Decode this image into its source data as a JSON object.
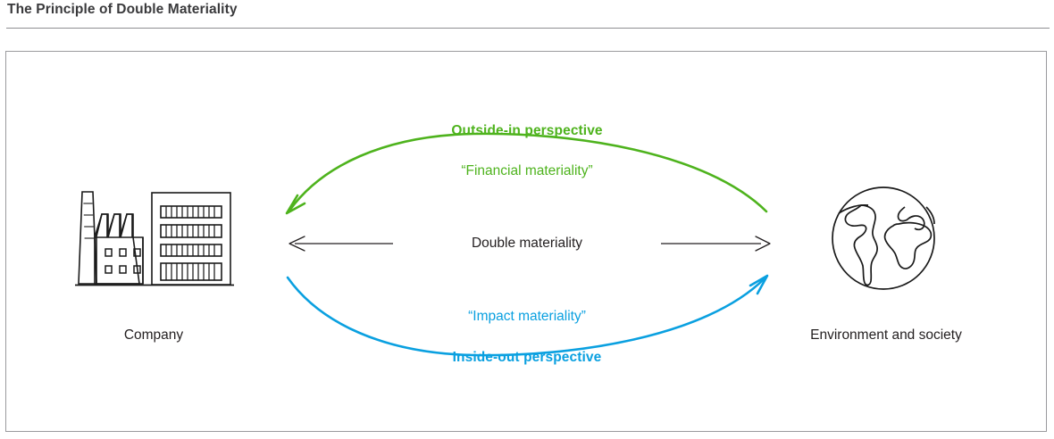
{
  "page": {
    "title": "The Principle of Double Materiality"
  },
  "diagram": {
    "type": "double-materiality-concept",
    "left_node": {
      "icon": "factory-building-icon",
      "label": "Company"
    },
    "right_node": {
      "icon": "globe-earth-icon",
      "label": "Environment and society"
    },
    "center_axis": {
      "label": "Double materiality",
      "arrow": "double-headed-horizontal-arrow",
      "color": "#231f20"
    },
    "top_flow": {
      "title": "Outside-in perspective",
      "subtitle": "“Financial materiality”",
      "direction": "right-to-left",
      "color": "#4eb31d"
    },
    "bottom_flow": {
      "title": "Inside-out perspective",
      "subtitle": "“Impact materiality”",
      "direction": "left-to-right",
      "color": "#0aa0e0"
    }
  },
  "colors": {
    "green": "#4eb31d",
    "blue": "#0aa0e0",
    "ink": "#231f20",
    "rule": "#8d8d91",
    "frame": "#9a9a9e"
  }
}
